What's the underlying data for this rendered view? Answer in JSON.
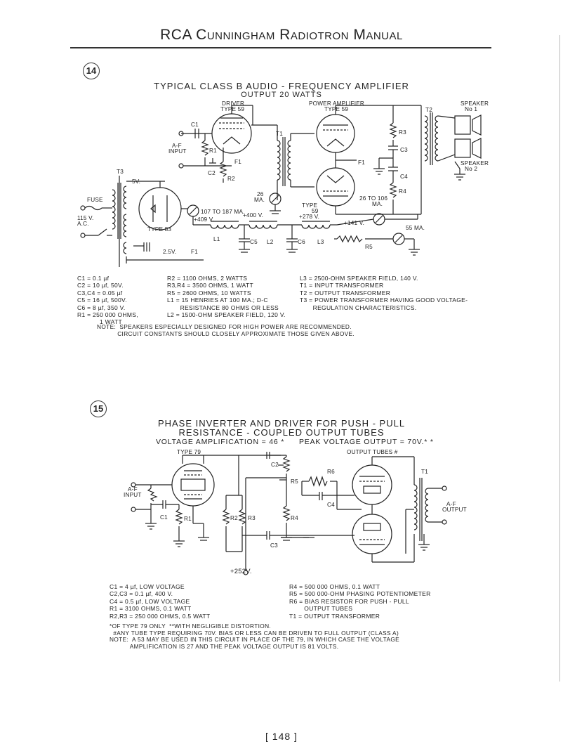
{
  "header": "RCA Cunningham Radiotron Manual",
  "page_number": "[ 148 ]",
  "circuit14": {
    "number": "14",
    "title": "TYPICAL CLASS B AUDIO - FREQUENCY AMPLIFIER",
    "subtitle": "OUTPUT 20 WATTS",
    "labels": {
      "driver": "DRIVER",
      "driver_type": "TYPE 59",
      "power_amp": "POWER AMPLIFIER",
      "power_type": "TYPE 59",
      "t2": "T2",
      "speaker1": "SPEAKER",
      "speaker1_no": "No 1",
      "speaker2": "SPEAKER",
      "speaker2_no": "No 2",
      "c1": "C1",
      "af_input_1": "A-F",
      "af_input_2": "INPUT",
      "r1": "R1",
      "c2": "C2",
      "r2": "R2",
      "f1a": "F1",
      "f1b": "F1",
      "t1": "T1",
      "r3": "R3",
      "c3": "C3",
      "c4": "C4",
      "r4": "R4",
      "t3": "T3",
      "v5": "5V.",
      "fuse": "FUSE",
      "v115_1": "115 V.",
      "v115_2": "A.C.",
      "type83": "TYPE 83",
      "v25": "2.5V.",
      "f1c": "F1",
      "ma26_1": "26",
      "ma26_2": "MA.",
      "type59c_1": "TYPE",
      "type59c_2": "59",
      "ma107": "107 TO 187 MA.",
      "v409": "+409 V.",
      "v400": "+400 V.",
      "v278": "+278 V.",
      "ma26106_1": "26 TO 106",
      "ma26106_2": "MA.",
      "v141": "+141 V.",
      "ma55": "55 MA.",
      "l1": "L1",
      "c5": "C5",
      "l2": "L2",
      "c6": "C6",
      "l3": "L3",
      "r5": "R5"
    },
    "parts_col1": [
      "C1 = 0.1 µf",
      "C2 = 10 µf, 50V.",
      "C3,C4 = 0.05 µf",
      "C5 = 16 µf, 500V.",
      "C6 = 8 µf, 350 V.",
      "R1 = 250 000 OHMS,",
      "            1 WATT"
    ],
    "parts_col2": [
      "R2 = 1100 OHMS, 2 WATTS",
      "R3,R4 = 3500 OHMS, 1 WATT",
      "R5 = 2600 OHMS, 10 WATTS",
      "L1 = 15 HENRIES AT 100 MA.; D-C",
      "       RESISTANCE 80 OHMS OR LESS",
      "L2 = 1500-OHM SPEAKER FIELD, 120 V."
    ],
    "parts_col3": [
      "L3 = 2500-OHM SPEAKER FIELD, 140 V.",
      "T1 = INPUT TRANSFORMER",
      "T2 = OUTPUT TRANSFORMER",
      "T3 = POWER TRANSFORMER HAVING GOOD VOLTAGE-",
      "       REGULATION CHARACTERISTICS."
    ],
    "note": "NOTE:  SPEAKERS ESPECIALLY DESIGNED FOR HIGH POWER ARE RECOMMENDED.\n           CIRCUIT CONSTANTS SHOULD CLOSELY APPROXIMATE THOSE GIVEN ABOVE."
  },
  "circuit15": {
    "number": "15",
    "title_line1": "PHASE INVERTER AND DRIVER FOR PUSH - PULL",
    "title_line2": "RESISTANCE - COUPLED OUTPUT TUBES",
    "subtitle_left": "VOLTAGE AMPLIFICATION = 46 *",
    "subtitle_right": "PEAK VOLTAGE OUTPUT = 70V.* *",
    "labels": {
      "type79": "TYPE 79",
      "output_tubes": "OUTPUT TUBES #",
      "c2": "C2",
      "r6": "R6",
      "r5": "R5",
      "t1": "T1",
      "af_input_1": "A-F",
      "af_input_2": "INPUT",
      "c1": "C1",
      "r1": "R1",
      "r2": "R2",
      "r3": "R3",
      "c4": "C4",
      "r4": "R4",
      "af_output_1": "A-F",
      "af_output_2": "OUTPUT",
      "c3": "C3",
      "v252": "+252V."
    },
    "parts_left": [
      "C1 = 4 µf, LOW VOLTAGE",
      "C2,C3 = 0.1 µf, 400 V.",
      "C4 = 0.5 µf, LOW VOLTAGE",
      "R1 = 3100 OHMS, 0.1 WATT",
      "R2,R3 = 250 000 OHMS, 0.5 WATT"
    ],
    "parts_right": [
      "R4 = 500 000 OHMS, 0.1 WATT",
      "R5 = 500 000-OHM PHASING POTENTIOMETER",
      "R6 = BIAS RESISTOR FOR PUSH - PULL",
      "        OUTPUT TUBES",
      "T1 = OUTPUT TRANSFORMER"
    ],
    "note": "*OF TYPE 79 ONLY  **WITH NEGLIGIBLE DISTORTION.\n  #ANY TUBE TYPE REQUIRING 70V. BIAS OR LESS CAN BE DRIVEN TO FULL OUTPUT (CLASS A)\nNOTE:  A 53 MAY BE USED IN THIS CIRCUIT IN PLACE OF THE 79, IN WHICH CASE THE VOLTAGE\n           AMPLIFICATION IS 27 AND THE PEAK VOLTAGE OUTPUT IS 81 VOLTS."
  }
}
